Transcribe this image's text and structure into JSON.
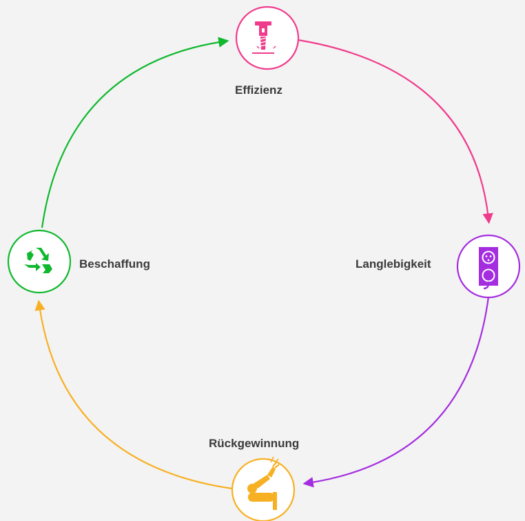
{
  "cycle": {
    "nodes": [
      {
        "id": "effizienz",
        "label": "Effizienz",
        "color": "#f03b8c",
        "icon": "drill-press-icon"
      },
      {
        "id": "langlebigkeit",
        "label": "Langlebigkeit",
        "color": "#a42de0",
        "icon": "power-outlet-icon"
      },
      {
        "id": "rueckgewinnung",
        "label": "Rückgewinnung",
        "color": "#f7b023",
        "icon": "robot-arm-icon"
      },
      {
        "id": "beschaffung",
        "label": "Beschaffung",
        "color": "#10b82e",
        "icon": "recycle-icon"
      }
    ],
    "arrows": [
      {
        "from": "effizienz",
        "to": "langlebigkeit",
        "color": "#f03b8c"
      },
      {
        "from": "langlebigkeit",
        "to": "rueckgewinnung",
        "color": "#a42de0"
      },
      {
        "from": "rueckgewinnung",
        "to": "beschaffung",
        "color": "#f7b023"
      },
      {
        "from": "beschaffung",
        "to": "effizienz",
        "color": "#10b82e"
      }
    ]
  }
}
